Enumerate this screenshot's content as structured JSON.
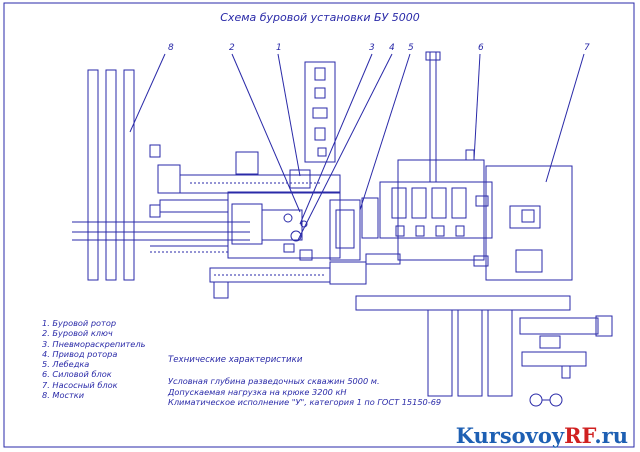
{
  "title": "Схема буровой установки БУ 5000",
  "callouts": [
    "8",
    "2",
    "1",
    "3",
    "4",
    "5",
    "6",
    "7"
  ],
  "legend": [
    "1. Буровой ротор",
    "2. Буровой ключ",
    "3. Пневмораскрепитель",
    "4. Привод ротора",
    "5. Лебедка",
    "6. Силовой блок",
    "7. Насосный блок",
    "8. Мостки"
  ],
  "specs_title": "Технические характеристики",
  "specs": [
    "Условная глубина разведочных скважин 5000 м.",
    "Допускаемая нагрузка на крюке 3200 кН",
    "Климатическое исполнение \"У\", категория 1 по ГОСТ 15150-69"
  ],
  "watermark": {
    "part1": "Kursovoy",
    "part2": "RF",
    "part3": ".ru"
  },
  "colors": {
    "line": "#2a2aa8",
    "brand_blue": "#1d5fb3",
    "brand_red": "#d02020"
  }
}
